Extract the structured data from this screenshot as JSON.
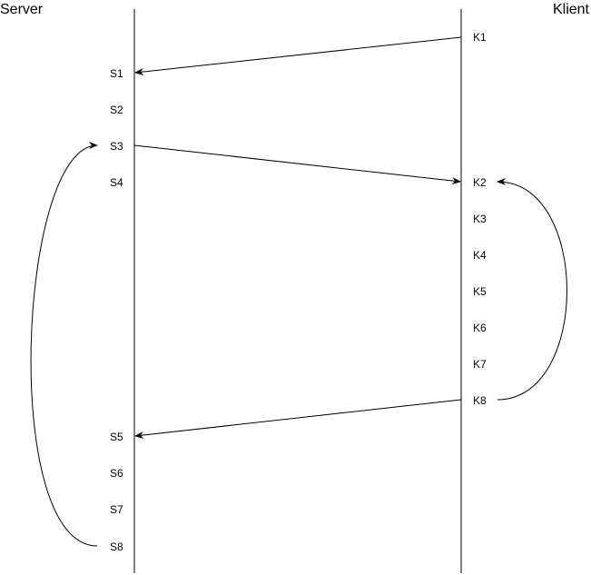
{
  "server": {
    "title": "Server",
    "steps": [
      "S1",
      "S2",
      "S3",
      "S4",
      "S5",
      "S6",
      "S7",
      "S8"
    ]
  },
  "client": {
    "title": "Klient",
    "steps": [
      "K1",
      "K2",
      "K3",
      "K4",
      "K5",
      "K6",
      "K7",
      "K8"
    ]
  }
}
